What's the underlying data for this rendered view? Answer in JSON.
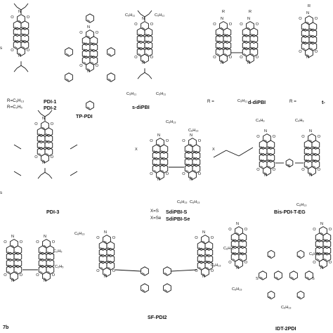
{
  "compounds": {
    "pdi1": {
      "name": "PDI-1"
    },
    "pdi2": {
      "name": "PDI-2"
    },
    "tp_pdi": {
      "name": "TP-PDI"
    },
    "s_dipbi": {
      "name": "s-diPBI"
    },
    "d_dipbi": {
      "name": "d-diPBI"
    },
    "t_dipbi": {
      "name": "t-"
    },
    "pdi3": {
      "name": "PDI-3"
    },
    "sdipbi_s": {
      "name": "SdiPBI-S"
    },
    "sdipbi_se": {
      "name": "SdiPBI-Se"
    },
    "bis_pdi": {
      "name": "Bis-PDI-T-EG"
    },
    "c7b": {
      "name": "7b"
    },
    "sf_pdi2": {
      "name": "SF-PDI2"
    },
    "idt_2pdi": {
      "name": "IDT-2PDI"
    }
  },
  "annotations": {
    "r_c6": "R=C₆H₁₃",
    "r_c2": "R=C₂H₅",
    "x_s": "X=S",
    "x_se": "X=Se",
    "r_eq": "R =",
    "c5h11": "C₅H₁₁",
    "c6h13": "C₆H₁₃",
    "c4h9": "C₄H₉",
    "c2h5": "C₂H₅",
    "n": "N",
    "o": "O",
    "s": "S",
    "x": "X",
    "r": "R",
    "s_frag": "s"
  }
}
